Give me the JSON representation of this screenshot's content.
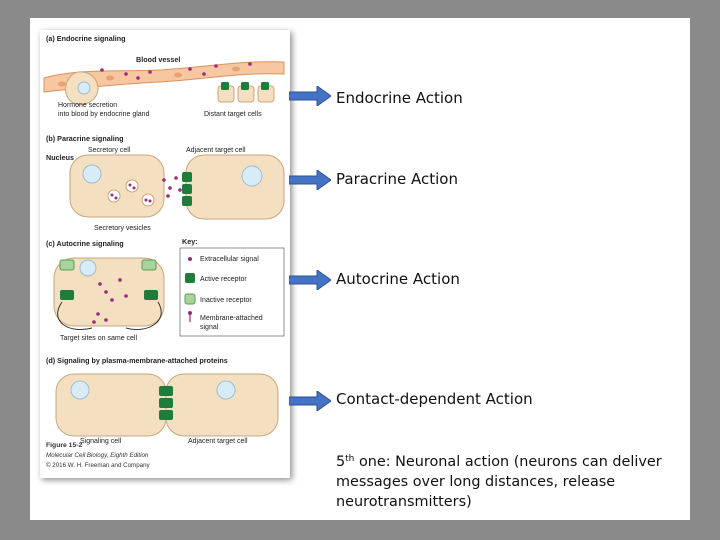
{
  "colors": {
    "cell_fill": "#f4dfc0",
    "cell_stroke": "#d0b48c",
    "nucleus": "#d8ecf7",
    "receptor_active": "#1f7d3c",
    "receptor_inactive": "#a6d49a",
    "signal": "#9a2b7a",
    "arrow": "#4472c4"
  },
  "figure": {
    "panel_a": {
      "title": "(a) Endocrine signaling",
      "blood_vessel": "Blood vessel",
      "secretion_line1": "Hormone secretion",
      "secretion_line2": "into blood by endocrine gland",
      "distant": "Distant target cells"
    },
    "panel_b": {
      "title": "(b) Paracrine signaling",
      "secretory_cell": "Secretory cell",
      "adjacent": "Adjacent target cell",
      "nucleus": "Nucleus",
      "vesicles": "Secretory vesicles"
    },
    "panel_c": {
      "title": "(c) Autocrine signaling",
      "target_sites": "Target sites on same cell",
      "key_title": "Key:",
      "key_extracellular": "Extracellular signal",
      "key_active": "Active receptor",
      "key_inactive": "Inactive receptor",
      "key_membrane_line1": "Membrane-attached",
      "key_membrane_line2": "signal"
    },
    "panel_d": {
      "title": "(d) Signaling by plasma-membrane-attached proteins",
      "signaling_cell": "Signaling cell",
      "adjacent": "Adjacent target cell"
    },
    "caption": {
      "figure_num": "Figure 15-2",
      "book": "Molecular Cell Biology, Eighth Edition",
      "copyright": "© 2016 W. H. Freeman and Company"
    }
  },
  "actions": [
    {
      "label": "Endocrine Action"
    },
    {
      "label": "Paracrine Action"
    },
    {
      "label": "Autocrine Action"
    },
    {
      "label": "Contact-dependent  Action"
    }
  ],
  "note": {
    "ordinal": "5",
    "ordinal_suffix": "th",
    "text": " one: Neuronal action (neurons can deliver messages over long distances, release neurotransmitters)"
  }
}
